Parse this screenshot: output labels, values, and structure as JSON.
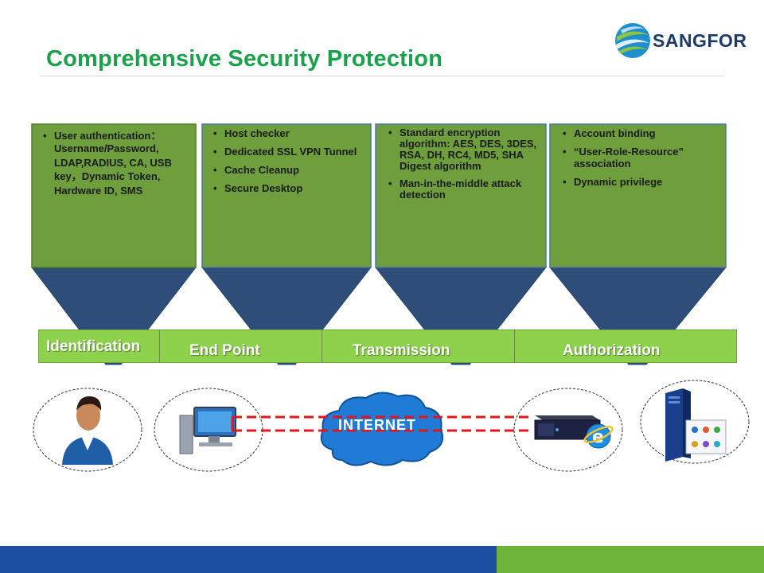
{
  "header": {
    "title": "Comprehensive Security Protection",
    "logo_text": "SANGFOR"
  },
  "panels": [
    {
      "items": [
        "User authentication：",
        "Username/Password, LDAP,RADIUS, CA, USB key，Dynamic Token, Hardware ID, SMS"
      ]
    },
    {
      "items": [
        "Host checker",
        "Dedicated SSL VPN Tunnel",
        "Cache Cleanup",
        "Secure Desktop"
      ]
    },
    {
      "items": [
        "Standard encryption algorithm: AES, DES, 3DES, RSA, DH, RC4, MD5, SHA Digest algorithm",
        "Man-in-the-middle attack detection"
      ]
    },
    {
      "items": [
        "Account  binding",
        "“User-Role-Resource” association",
        "Dynamic privilege"
      ]
    }
  ],
  "stages": [
    "Identification",
    "End Point",
    "Transmission",
    "Authorization"
  ],
  "network": {
    "internet_label": "INTERNET"
  },
  "icons": [
    "user-icon",
    "computer-icon",
    "internet-cloud-icon",
    "vpn-appliance-icon",
    "browser-icon",
    "server-icon"
  ],
  "colors": {
    "title_green": "#1aa24a",
    "panel_green": "#6f9e3c",
    "funnel_navy": "#2e4d78",
    "stage_green": "#8ed14c",
    "link_red": "#e0161b",
    "footer_blue": "#1c4fa0",
    "footer_green": "#6cb43a"
  }
}
